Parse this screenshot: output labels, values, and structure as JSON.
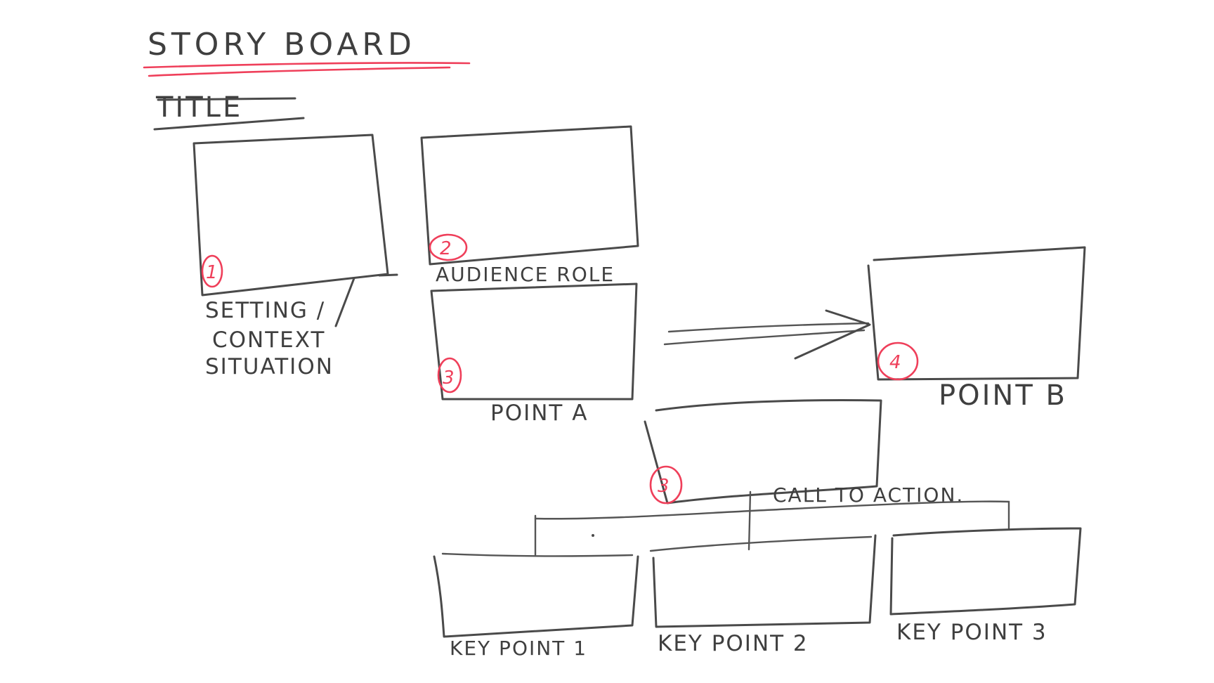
{
  "heading": {
    "main": "STORY BOARD",
    "sub": "TITLE"
  },
  "colors": {
    "ink": "#4a4a4a",
    "accent_red": "#ef3f5a",
    "background": "#ffffff"
  },
  "frames": [
    {
      "id": "frame-1",
      "number": "1",
      "label_lines": [
        "SETTING /",
        "CONTEXT",
        "SITUATION"
      ]
    },
    {
      "id": "frame-2",
      "number": "2",
      "label_lines": [
        "AUDIENCE ROLE"
      ]
    },
    {
      "id": "frame-3a",
      "number": "3",
      "label_lines": [
        "POINT A"
      ]
    },
    {
      "id": "frame-4",
      "number": "4",
      "label_lines": [
        "POINT B"
      ]
    },
    {
      "id": "frame-3b",
      "number": "3",
      "label_lines": [
        "CALL TO ACTION."
      ]
    },
    {
      "id": "frame-kp1",
      "number": "",
      "label_lines": [
        "KEY POINT 1"
      ]
    },
    {
      "id": "frame-kp2",
      "number": "",
      "label_lines": [
        "KEY POINT 2"
      ]
    },
    {
      "id": "frame-kp3",
      "number": "",
      "label_lines": [
        "KEY POINT 3"
      ]
    }
  ],
  "connectors": [
    {
      "from": "frame-3a",
      "to": "frame-4",
      "style": "double-arrow"
    },
    {
      "from": "frame-3b",
      "to": [
        "frame-kp1",
        "frame-kp2",
        "frame-kp3"
      ],
      "style": "bracket-tree"
    }
  ]
}
